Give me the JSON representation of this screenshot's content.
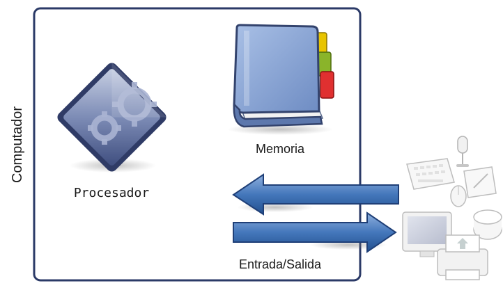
{
  "diagram": {
    "side_label": "Computador",
    "processor_label": "Procesador",
    "memory_label": "Memoria",
    "io_label": "Entrada/Salida",
    "colors": {
      "frame": "#2b3a67",
      "processor": "#5a6fa0",
      "book": "#7f9ac8",
      "arrow": "#3f6fb0"
    },
    "icons": [
      "processor-gear-icon",
      "memory-book-icon",
      "input-devices-icon",
      "output-devices-icon"
    ]
  }
}
